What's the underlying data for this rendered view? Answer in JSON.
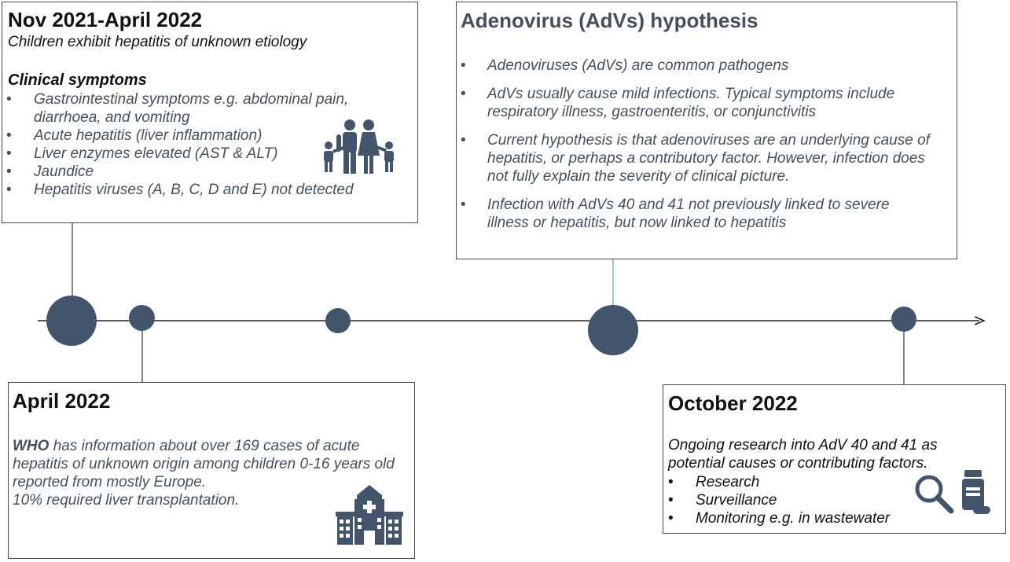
{
  "box1": {
    "title": "Nov 2021-April 2022",
    "subtitle": "Children exhibit hepatitis of unknown etiology",
    "section_title": "Clinical symptoms",
    "items": [
      "Gastrointestinal symptoms e.g. abdominal pain, diarrhoea, and vomiting",
      "Acute hepatitis (liver inflammation)",
      "Liver enzymes elevated (AST & ALT)",
      "Jaundice",
      "Hepatitis viruses (A, B, C, D and E) not detected"
    ],
    "icon": "family-icon"
  },
  "box2": {
    "title": "Adenovirus (AdVs)  hypothesis",
    "items": [
      "Adenoviruses (AdVs) are common pathogens",
      "AdVs usually cause mild infections. Typical symptoms include respiratory illness, gastroenteritis, or conjunctivitis",
      "Current hypothesis is that adenoviruses are an underlying cause of hepatitis, or perhaps a contributory factor. However, infection does not fully explain the severity of clinical picture.",
      "Infection with AdVs 40 and 41 not previously linked to severe illness or hepatitis, but now linked to hepatitis"
    ]
  },
  "box3": {
    "title": "April 2022",
    "who": "WHO",
    "text1": " has information about over 169 cases of acute hepatitis of unknown origin among children 0-16 years old reported from  mostly Europe.",
    "text2": "10% required liver transplantation.",
    "icon": "hospital-icon"
  },
  "box4": {
    "title": "October 2022",
    "intro": "Ongoing research into AdV 40 and 41 as potential causes or contributing factors.",
    "items": [
      "Research",
      "Surveillance",
      "Monitoring e.g. in wastewater"
    ],
    "icons": [
      "magnifier-icon",
      "medicine-bottle-icon"
    ]
  },
  "bullet": "•",
  "colors": {
    "accent": "#44546a",
    "connector": "#7f8790",
    "connector_blue": "#9dc3e6",
    "text_gray": "#45505c"
  }
}
